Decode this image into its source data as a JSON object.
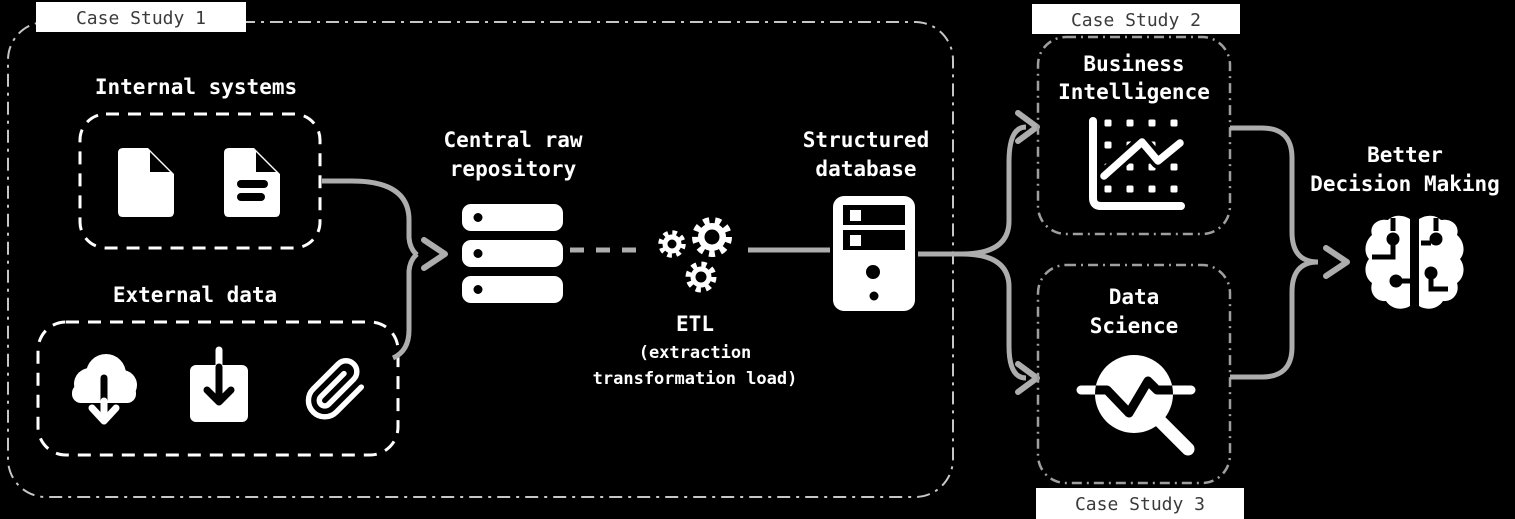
{
  "labels": {
    "case_study_1": "Case Study 1",
    "case_study_2": "Case Study 2",
    "case_study_3": "Case Study 3"
  },
  "nodes": {
    "internal_systems": {
      "title": "Internal systems"
    },
    "external_data": {
      "title": "External data"
    },
    "central_repository": {
      "line1": "Central raw",
      "line2": "repository"
    },
    "etl": {
      "title": "ETL",
      "sub1": "(extraction",
      "sub2": "transformation load)"
    },
    "structured_database": {
      "line1": "Structured",
      "line2": "database"
    },
    "business_intelligence": {
      "line1": "Business",
      "line2": "Intelligence"
    },
    "data_science": {
      "line1": "Data",
      "line2": "Science"
    },
    "outcome": {
      "line1": "Better",
      "line2": "Decision Making"
    }
  },
  "colors": {
    "background": "#000000",
    "foreground": "#ffffff",
    "arrow": "#adadad",
    "outer_border": "#c6c6c6",
    "group_border": "#9f9f9f",
    "label_bg": "#ffffff",
    "label_text": "#3b3b3b"
  },
  "icons": [
    "document-blank-icon",
    "document-text-icon",
    "cloud-download-icon",
    "download-box-icon",
    "paperclip-icon",
    "server-stack-icon",
    "gears-icon",
    "server-tower-icon",
    "line-chart-grid-icon",
    "magnifier-pulse-icon",
    "brain-circuit-icon"
  ]
}
